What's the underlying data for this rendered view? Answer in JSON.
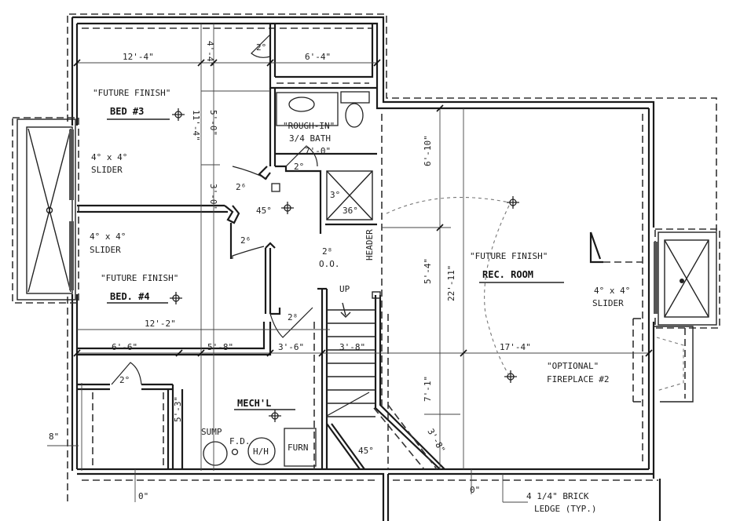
{
  "title": "Basement Floor Plan (hand-drawn sketch)",
  "colors": {
    "ink": "#1a1a1a",
    "paper": "#ffffff",
    "dashed": "#333333"
  },
  "rooms": {
    "bed3": {
      "status": "\"FUTURE FINISH\"",
      "name": "BED #3",
      "window": "4° x 4°",
      "window_type": "SLIDER"
    },
    "bed4": {
      "window": "4° x 4°",
      "window_type": "SLIDER",
      "status": "\"FUTURE FINISH\"",
      "name": "BED. #4"
    },
    "bath": {
      "status": "\"ROUGH-IN\"",
      "name": "3/4 BATH",
      "width": "7'-0\"",
      "shower": "36°",
      "shower_side": "3°"
    },
    "rec": {
      "status": "\"FUTURE FINISH\"",
      "name": "REC. ROOM",
      "window": "4° x 4°",
      "window_type": "SLIDER"
    },
    "mech": {
      "name": "MECH'L",
      "sump": "SUMP",
      "floor_drain": "F.D.",
      "water_heater": "H/H",
      "furnace": "FURN"
    },
    "fireplace": {
      "label1": "\"OPTIONAL\"",
      "label2": "FIREPLACE #2"
    },
    "stair": {
      "up": "UP",
      "width": "3'-8\""
    }
  },
  "doors": {
    "closet_top": "2°",
    "hall_left": "2⁶",
    "bath_door": "2°",
    "bed4_door": "2⁶",
    "mech_door": "2⁸",
    "closet_bottom": "2°",
    "oo_door": "2⁸",
    "oo_label": "O.O."
  },
  "angles": {
    "hall": "45°",
    "stair": "45°"
  },
  "dimensions": {
    "bed3_width": "12'-4\"",
    "closet_depth": "4'-4\"",
    "closet_width": "6'-4\"",
    "bed3_depth": "11'-4\"",
    "hall_seg1": "5'-0\"",
    "hall_seg2": "3'-0\"",
    "bed4_width": "12'-2\"",
    "bottom_left": "6'-6\"",
    "bottom_mid": "5'-8\"",
    "bottom_right": "3'-6\"",
    "mech_depth": "5'-3\"",
    "left_offset": "8\"",
    "rec_top": "6'-10\"",
    "rec_mid": "5'-4\"",
    "rec_total": "22'-11\"",
    "rec_width": "17'-4\"",
    "rec_lower": "7'-1\"",
    "rec_angle_run": "3'-8\"",
    "header": "HEADER",
    "bottom_0a": "0\"",
    "bottom_0b": "0\"",
    "brick_note_1": "4 1/4\" BRICK",
    "brick_note_2": "LEDGE (TYP.)"
  }
}
